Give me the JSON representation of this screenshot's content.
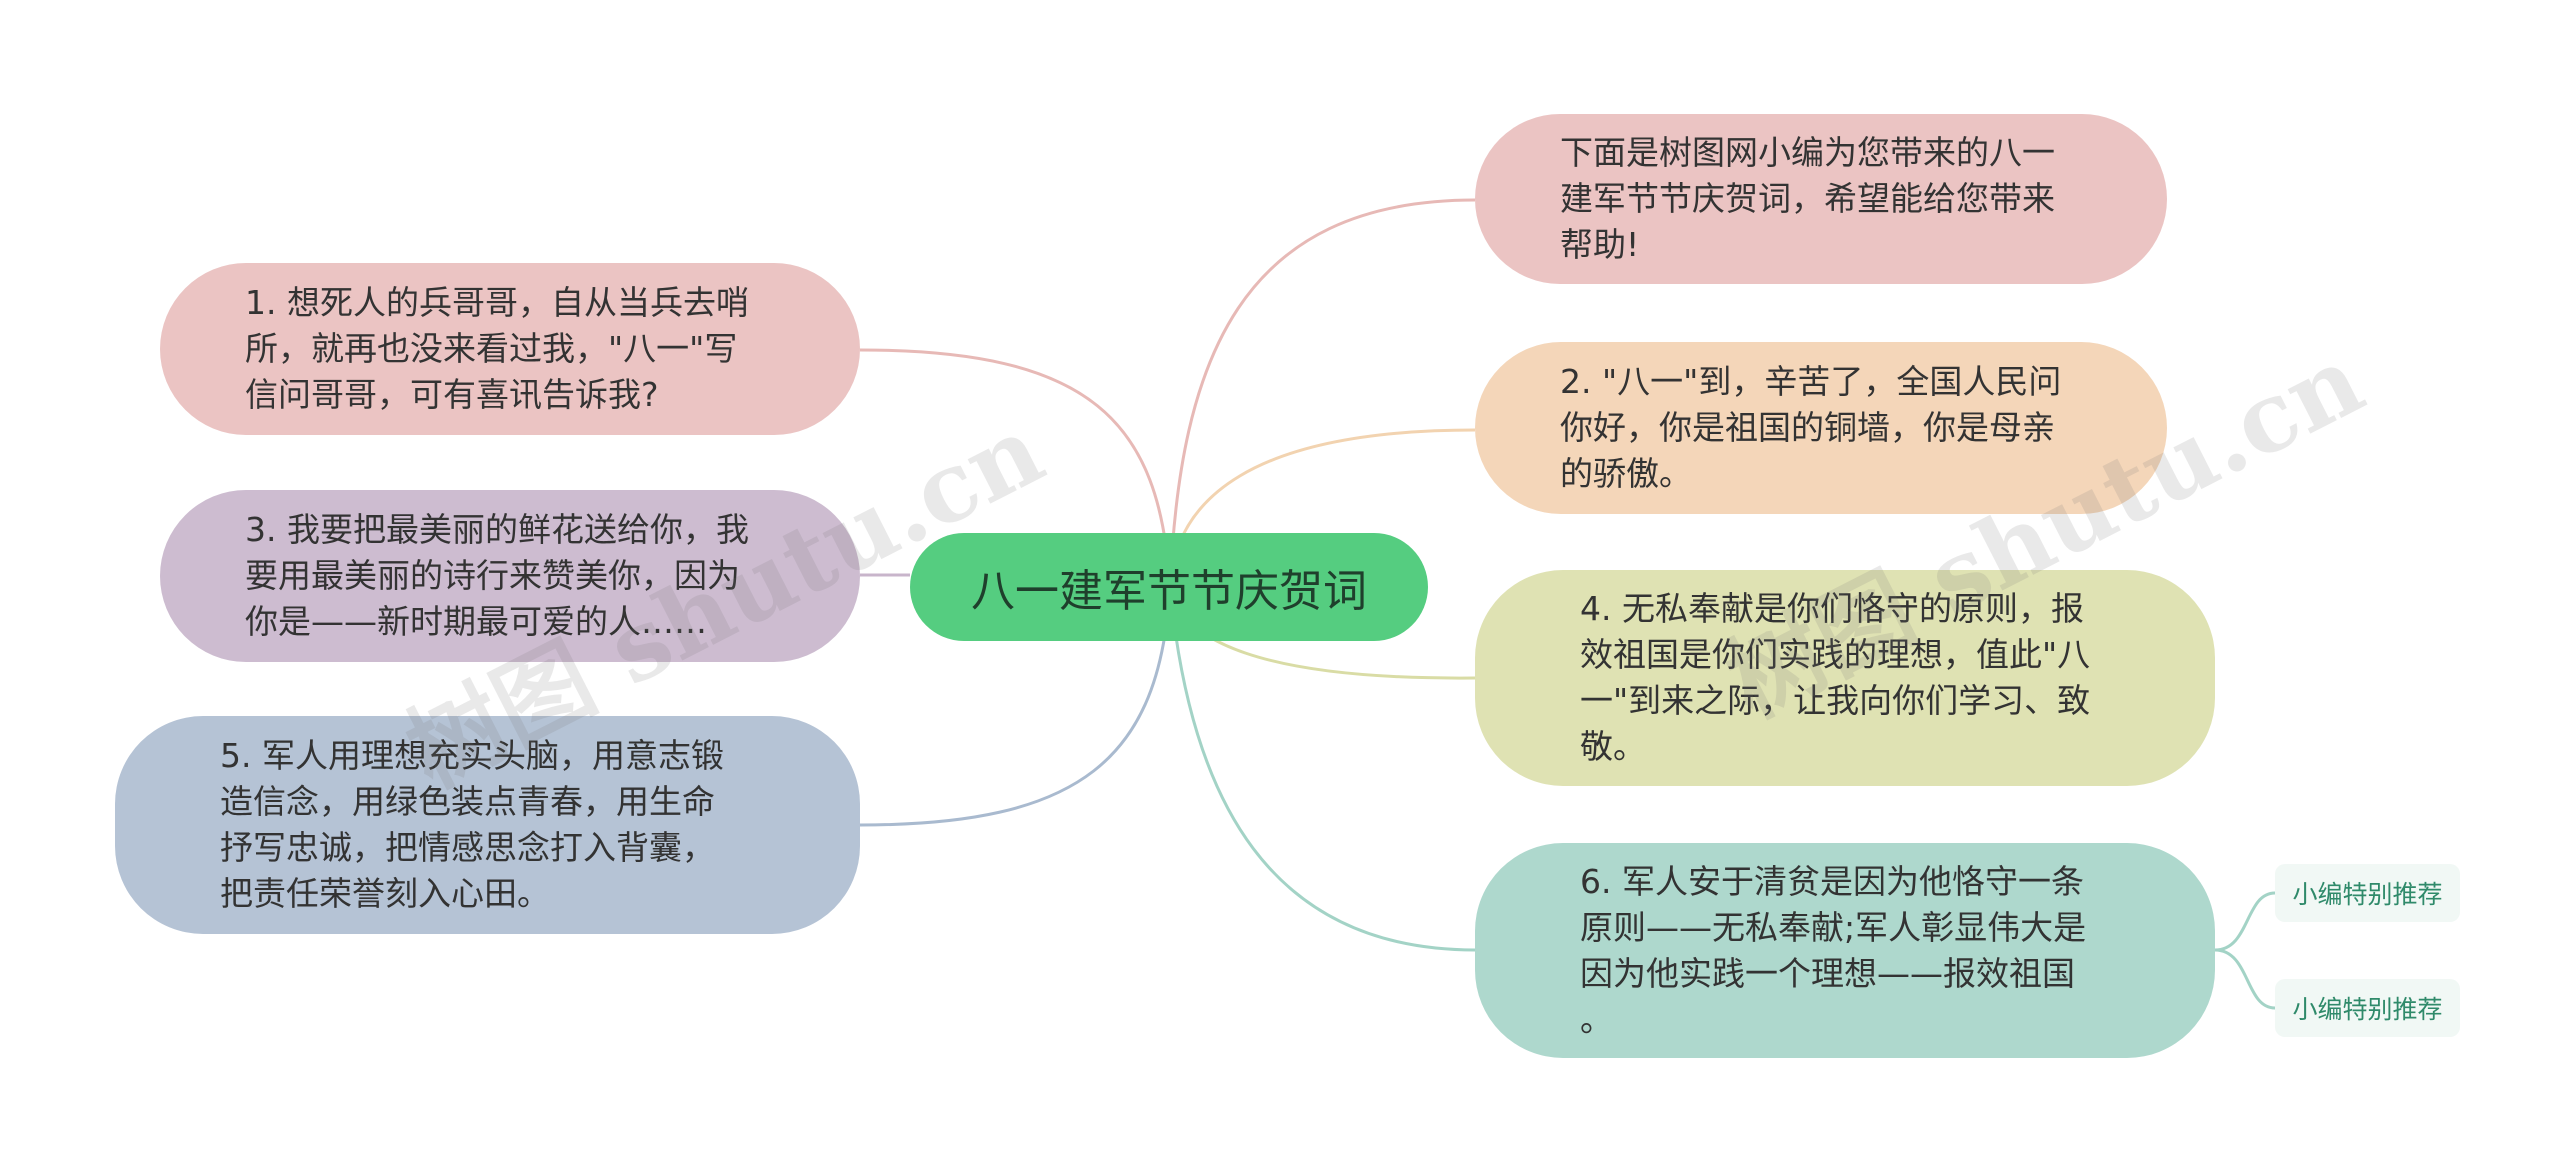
{
  "root": {
    "label": "八一建军节节庆贺词"
  },
  "watermark": "树图 shutu.cn",
  "nodes": {
    "intro": {
      "text": "下面是树图网小编为您带来的八一\n建军节节庆贺词，希望能给您带来\n帮助!",
      "color": "#ebc4c3",
      "line": "#e7b9b6"
    },
    "n1": {
      "text": "1. 想死人的兵哥哥，自从当兵去哨\n所，就再也没来看过我，\"八一\"写\n信问哥哥，可有喜讯告诉我?",
      "color": "#ebc4c3",
      "line": "#e7b9b6"
    },
    "n2": {
      "text": "2. \"八一\"到，辛苦了，全国人民问\n你好，你是祖国的铜墙，你是母亲\n的骄傲。",
      "color": "#f4d6b9",
      "line": "#f2d3b0"
    },
    "n3": {
      "text": "3. 我要把最美丽的鲜花送给你，我\n要用最美丽的诗行来赞美你，因为\n你是——新时期最可爱的人……",
      "color": "#cdbcd0",
      "line": "#c8b5cb"
    },
    "n4": {
      "text": "4. 无私奉献是你们恪守的原则，报\n效祖国是你们实践的理想，值此\"八\n一\"到来之际，让我向你们学习、致\n敬。",
      "color": "#dfe2b3",
      "line": "#d9dca5"
    },
    "n5": {
      "text": "5. 军人用理想充实头脑，用意志锻\n造信念，用绿色装点青春，用生命\n抒写忠诚，把情感思念打入背囊，\n把责任荣誉刻入心田。",
      "color": "#b5c3d5",
      "line": "#a9bacf"
    },
    "n6": {
      "text": "6. 军人安于清贫是因为他恪守一条\n原则——无私奉献;军人彰显伟大是\n因为他实践一个理想——报效祖国\n。",
      "color": "#aed8cd",
      "line": "#a3d3c6"
    }
  },
  "tags": [
    {
      "label": "小编特别推荐"
    },
    {
      "label": "小编特别推荐"
    }
  ]
}
